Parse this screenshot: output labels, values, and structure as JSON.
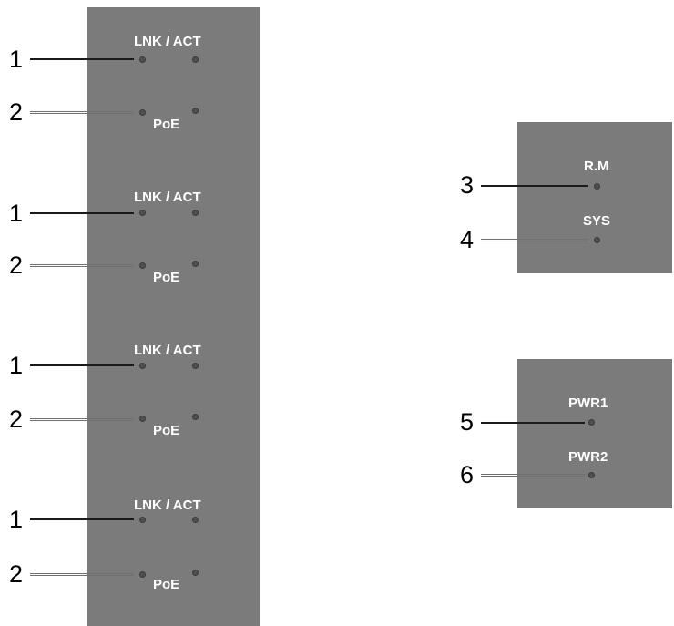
{
  "port_groups": [
    {
      "link_label": "LNK / ACT",
      "poe_label": "PoE",
      "link_callout": "1",
      "poe_callout": "2"
    },
    {
      "link_label": "LNK / ACT",
      "poe_label": "PoE",
      "link_callout": "1",
      "poe_callout": "2"
    },
    {
      "link_label": "LNK / ACT",
      "poe_label": "PoE",
      "link_callout": "1",
      "poe_callout": "2"
    },
    {
      "link_label": "LNK / ACT",
      "poe_label": "PoE",
      "link_callout": "1",
      "poe_callout": "2"
    }
  ],
  "system_panel": {
    "rm_label": "R.M",
    "rm_callout": "3",
    "sys_label": "SYS",
    "sys_callout": "4"
  },
  "power_panel": {
    "pwr1_label": "PWR1",
    "pwr1_callout": "5",
    "pwr2_label": "PWR2",
    "pwr2_callout": "6"
  },
  "colors": {
    "panel": "#7b7b7b",
    "led": "#4f4f4f",
    "label": "#ffffff"
  }
}
